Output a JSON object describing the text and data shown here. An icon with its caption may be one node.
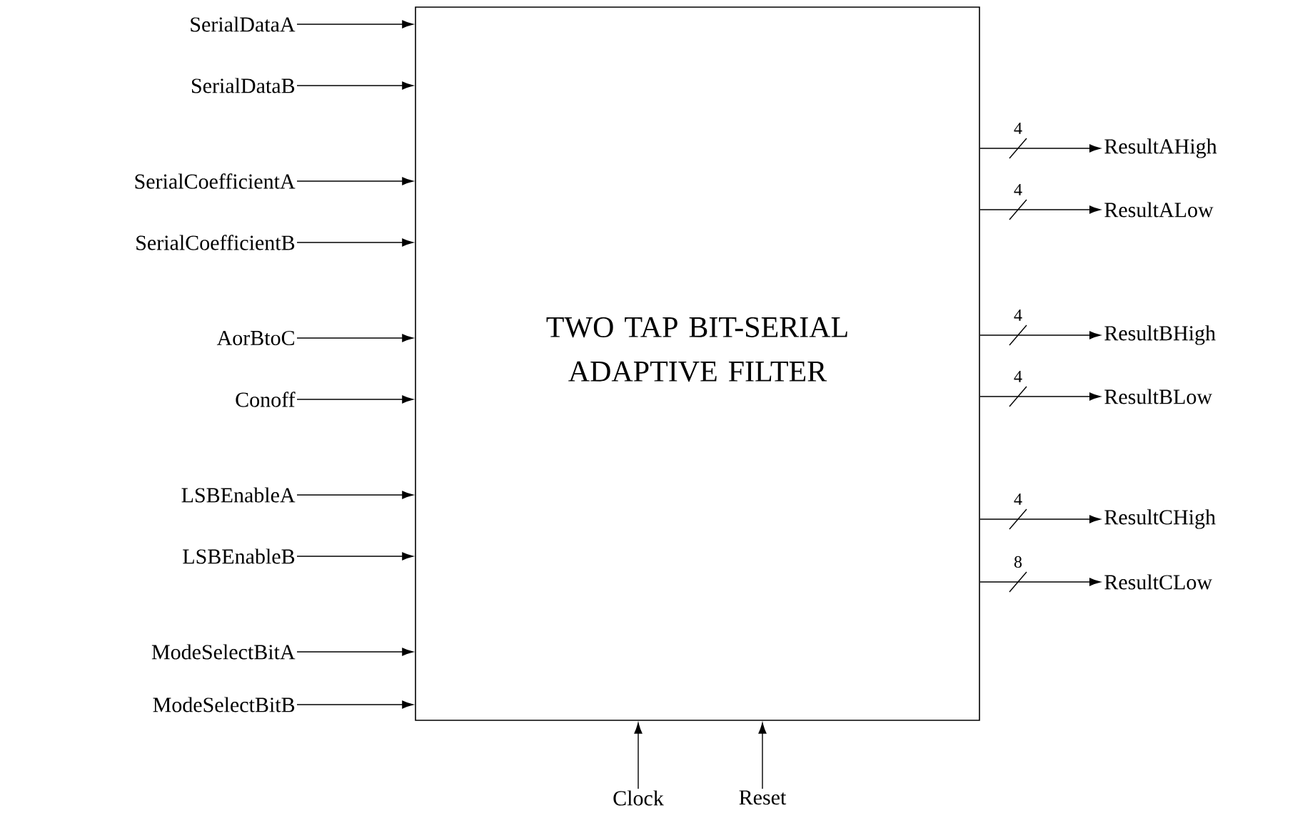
{
  "diagram": {
    "nodes": [
      {
        "text": [
          "TWO TAP BIT-SERIAL ADAPTIVE FILTER"
        ]
      },
      {
        "text": [
          "SerialDataA"
        ]
      },
      {
        "text": [
          "SerialDataB"
        ]
      },
      {
        "text": [
          "SerialCoefficientA"
        ]
      },
      {
        "text": [
          "SerialCoefficientB"
        ]
      },
      {
        "text": [
          "AorBtoC"
        ]
      },
      {
        "text": [
          "Conoff"
        ]
      },
      {
        "text": [
          "LSBEnableA"
        ]
      },
      {
        "text": [
          "LSBEnableB"
        ]
      },
      {
        "text": [
          "ModeSelectBitA"
        ]
      },
      {
        "text": [
          "ModeSelectBitB"
        ]
      },
      {
        "text": [
          "Clock"
        ]
      },
      {
        "text": [
          "Reset"
        ]
      },
      {
        "text": [
          "ResultAHigh"
        ]
      },
      {
        "text": [
          "ResultALow"
        ]
      },
      {
        "text": [
          "ResultBHigh"
        ]
      },
      {
        "text": [
          "ResultBLow"
        ]
      },
      {
        "text": [
          "ResultCHigh"
        ]
      },
      {
        "text": [
          "ResultCLow"
        ]
      }
    ],
    "edges": [
      {
        "from": 1,
        "to": 0,
        "arrow": "to"
      },
      {
        "from": 2,
        "to": 0,
        "arrow": "to"
      },
      {
        "from": 3,
        "to": 0,
        "arrow": "to"
      },
      {
        "from": 4,
        "to": 0,
        "arrow": "to"
      },
      {
        "from": 5,
        "to": 0,
        "arrow": "to"
      },
      {
        "from": 6,
        "to": 0,
        "arrow": "to"
      },
      {
        "from": 7,
        "to": 0,
        "arrow": "to"
      },
      {
        "from": 8,
        "to": 0,
        "arrow": "to"
      },
      {
        "from": 9,
        "to": 0,
        "arrow": "to"
      },
      {
        "from": 10,
        "to": 0,
        "arrow": "to"
      },
      {
        "from": 11,
        "to": 0,
        "arrow": "to"
      },
      {
        "from": 12,
        "to": 0,
        "arrow": "to"
      },
      {
        "from": 0,
        "to": 13,
        "arrow": "to",
        "label": "4"
      },
      {
        "from": 0,
        "to": 14,
        "arrow": "to",
        "label": "4"
      },
      {
        "from": 0,
        "to": 15,
        "arrow": "to",
        "label": "4"
      },
      {
        "from": 0,
        "to": 16,
        "arrow": "to",
        "label": "4"
      },
      {
        "from": 0,
        "to": 17,
        "arrow": "to",
        "label": "4"
      },
      {
        "from": 0,
        "to": 18,
        "arrow": "to",
        "label": "8"
      }
    ]
  }
}
